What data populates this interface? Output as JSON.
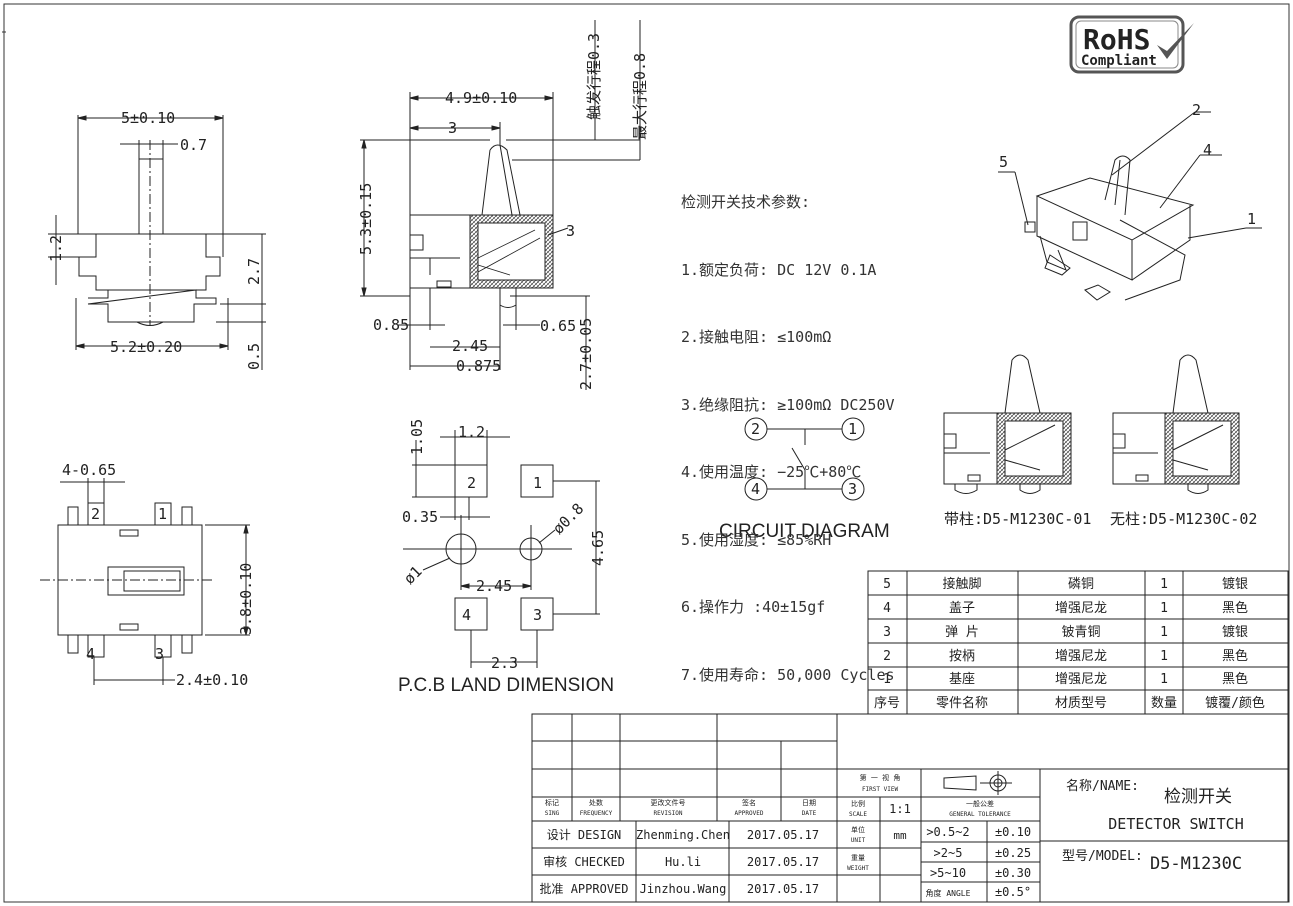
{
  "rohs": {
    "line1": "RoHS",
    "line2": "Compliant"
  },
  "specs": {
    "heading": "检测开关技术参数:",
    "items": [
      "1.额定负荷: DC 12V 0.1A",
      "2.接触电阻: ≤100mΩ",
      "3.绝缘阻抗: ≥100mΩ DC250V",
      "4.使用温度: −25℃+80℃",
      "5.使用湿度: ≤85%RH",
      "6.操作力 :40±15gf",
      "7.使用寿命: 50,000 Cycles"
    ]
  },
  "dims": {
    "front_width": "5±0.10",
    "actuator_w": "0.7",
    "left_h": "1.2",
    "body_h": "2.7",
    "bottom_w": "5.2±0.20",
    "foot_h": "0.5",
    "side_len": "4.9±0.10",
    "side_3": "3",
    "side_h": "5.3±0.15",
    "travel_touch": "触发行程0.3",
    "travel_max": "最大行程0.8",
    "side_085": "0.85",
    "side_245": "2.45",
    "side_0875": "0.875",
    "side_065": "0.65",
    "side_27": "2.7±0.05",
    "callout_3": "3",
    "bottom_pins": "4-0.65",
    "bottom_h": "3.8±0.10",
    "bottom_w24": "2.4±0.10",
    "pcb_105": "1.05",
    "pcb_12": "1.2",
    "pcb_035": "0.35",
    "pcb_phi08": "ø0.8",
    "pcb_phi1": "ø1",
    "pcb_245": "2.45",
    "pcb_465": "4.65",
    "pcb_23": "2.3"
  },
  "pads": [
    "1",
    "2",
    "3",
    "4"
  ],
  "pcb_title": "P.C.B LAND DIMENSION",
  "circuit_title": "CIRCUIT DIAGRAM",
  "callouts": [
    "1",
    "2",
    "4",
    "5"
  ],
  "variants": {
    "with_post": "带柱:D5-M1230C-01",
    "without_post": "无柱:D5-M1230C-02"
  },
  "bom": {
    "rows": [
      [
        "5",
        "接触脚",
        "磷铜",
        "1",
        "镀银"
      ],
      [
        "4",
        "盖子",
        "增强尼龙",
        "1",
        "黑色"
      ],
      [
        "3",
        "弹 片",
        "铍青铜",
        "1",
        "镀银"
      ],
      [
        "2",
        "按柄",
        "增强尼龙",
        "1",
        "黑色"
      ],
      [
        "1",
        "基座",
        "增强尼龙",
        "1",
        "黑色"
      ]
    ],
    "header": [
      "序号",
      "零件名称",
      "材质型号",
      "数量",
      "镀覆/颜色"
    ]
  },
  "titleblock": {
    "h_sing": "标记",
    "h_sing_en": "SING",
    "h_freq": "处数",
    "h_freq_en": "FREQUENCY",
    "h_rev": "更改文件号",
    "h_rev_en": "REVISION",
    "h_appr": "签名",
    "h_appr_en": "APPROVED",
    "h_date": "日期",
    "h_date_en": "DATE",
    "first_view": "第 一 视 角",
    "first_view_en": "FIRST VIEW",
    "scale_label": "比例",
    "scale_en": "SCALE",
    "scale": "1:1",
    "unit_label": "单位",
    "unit_en": "UNIT",
    "unit": "mm",
    "weight_label": "重量",
    "weight_en": "WEIGHT",
    "tol_label": "一般公差",
    "tol_en": "GENERAL TOLERANCE",
    "tol_rows": [
      [
        ">0.5~2",
        "±0.10"
      ],
      [
        ">2~5",
        "±0.25"
      ],
      [
        ">5~10",
        "±0.30"
      ],
      [
        "角度 ANGLE",
        "±0.5°"
      ]
    ],
    "design_label": "设计 DESIGN",
    "design_name": "Zhenming.Chen",
    "design_date": "2017.05.17",
    "check_label": "审核 CHECKED",
    "check_name": "Hu.li",
    "check_date": "2017.05.17",
    "approve_label": "批准 APPROVED",
    "approve_name": "Jinzhou.Wang",
    "approve_date": "2017.05.17",
    "name_label": "名称/NAME:",
    "name_cn": "检测开关",
    "name_en": "DETECTOR SWITCH",
    "model_label": "型号/MODEL:",
    "model": "D5-M1230C"
  }
}
